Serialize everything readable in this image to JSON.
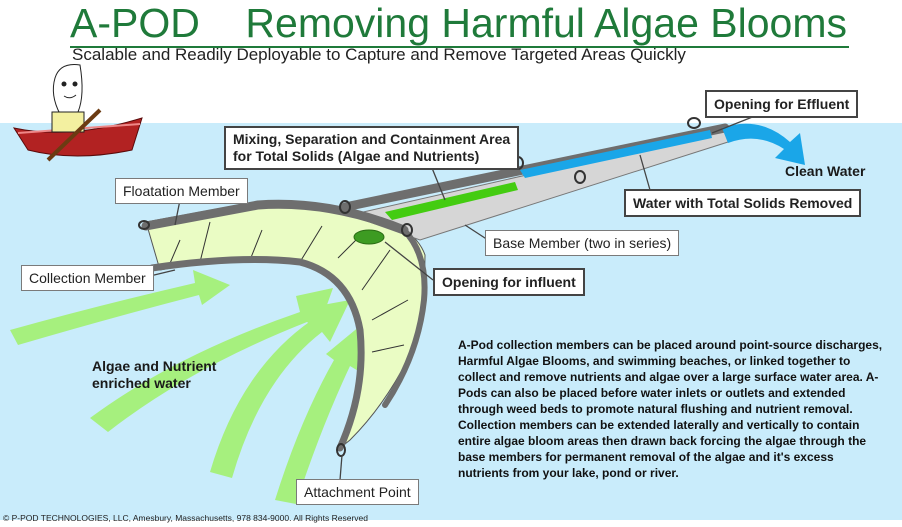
{
  "title": "A-POD    Removing Harmful Algae Blooms",
  "subtitle": "Scalable and Readily Deployable to Capture and Remove Targeted Areas Quickly",
  "labels": {
    "opening_effluent": "Opening for Effluent",
    "mixing_line1": "Mixing, Separation and Containment Area",
    "mixing_line2": "for Total Solids (Algae and Nutrients)",
    "clean_water": "Clean Water",
    "floatation": "Floatation Member",
    "water_removed": "Water with Total Solids Removed",
    "base_member": "Base Member (two in series)",
    "collection": "Collection Member",
    "opening_influent": "Opening for influent",
    "algae_line1": "Algae and Nutrient",
    "algae_line2": "enriched water",
    "attachment": "Attachment Point"
  },
  "description": "A-Pod collection members can be placed around point-source discharges, Harmful Algae Blooms, and swimming beaches, or linked together to collect and remove nutrients and algae over a large surface water area.  A-Pods can also be placed before water inlets or outlets and extended through weed beds to promote natural flushing and nutrient removal.  Collection members can be extended laterally and vertically to contain entire algae bloom areas then drawn back forcing the algae through the base members for permanent removal of the algae and it's excess nutrients from your lake, pond or river.",
  "footer": "© P-POD TECHNOLOGIES,  LLC, Amesbury, Massachusetts, 978 834-9000.  All Rights Reserved",
  "colors": {
    "water": "#c9ecfb",
    "title": "#1f7a3a",
    "algae_fill": "#eafcc4",
    "arrow_green": "#a6f07e",
    "member_gray": "#6e6e6e",
    "flow_blue": "#1aa6e8",
    "boat": "#b22222"
  }
}
